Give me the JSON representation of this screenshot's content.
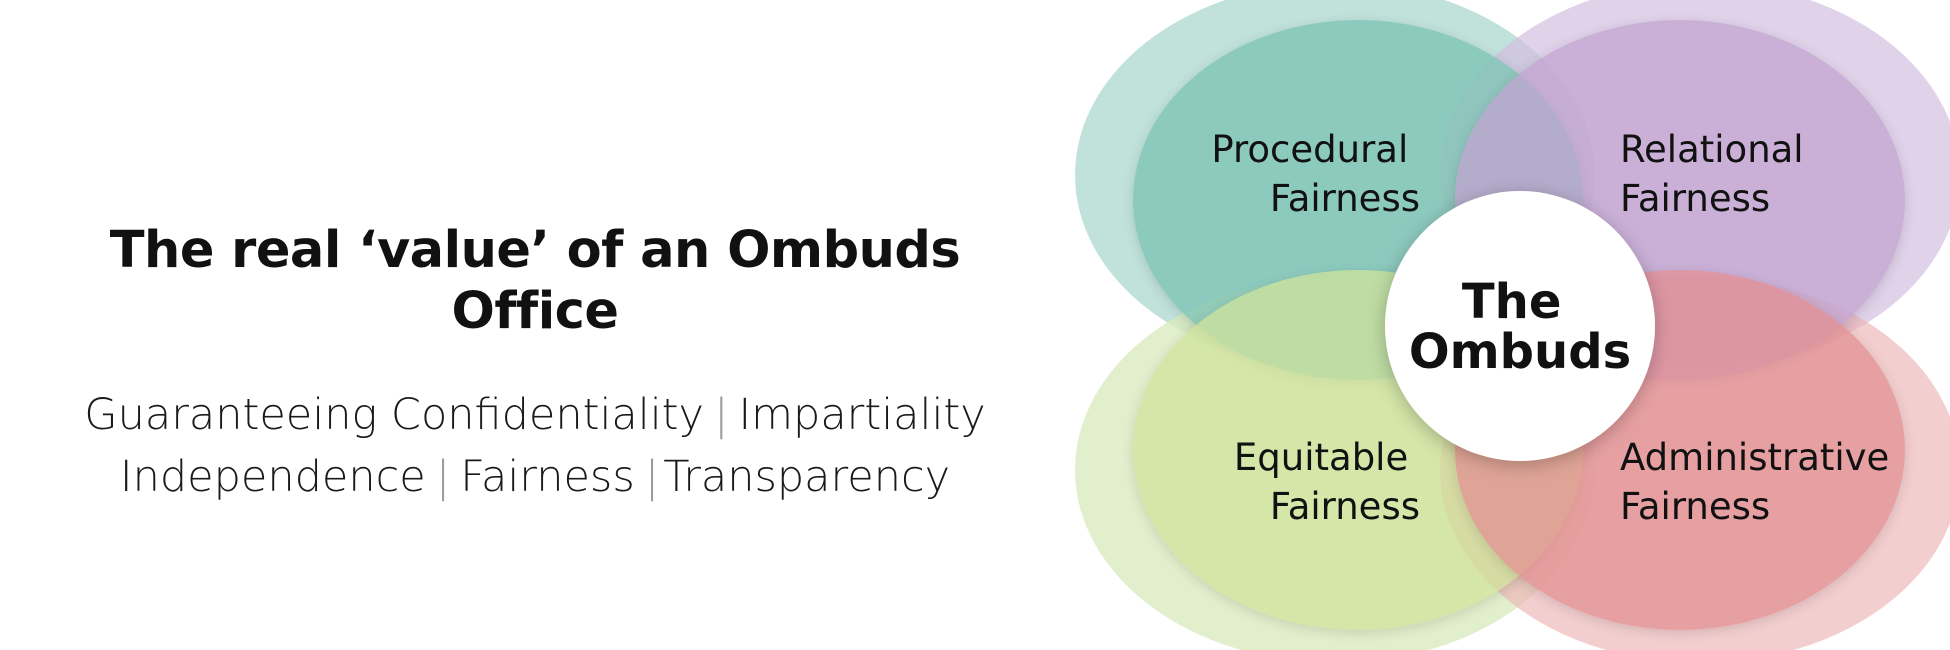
{
  "heading": {
    "title": "The real ‘value’ of an Ombuds Office"
  },
  "values_line_1": [
    {
      "word": "Guaranteeing Confidentiality",
      "separator_after": "|"
    },
    {
      "word": "Impartiality",
      "separator_after": ""
    }
  ],
  "values_line_2": [
    {
      "word": "Independence",
      "separator_after": "|"
    },
    {
      "word": "Fairness",
      "separator_after": "|"
    },
    {
      "word": "Transparency",
      "separator_after": ""
    }
  ],
  "diagram": {
    "center": {
      "line1": "The",
      "line2": "Ombuds"
    },
    "petals": [
      {
        "id": "procedural",
        "line1": "Procedural",
        "line2": "Fairness",
        "color": "#7fc4b6"
      },
      {
        "id": "relational",
        "line1": "Relational",
        "line2": "Fairness",
        "color": "#c2a3d1"
      },
      {
        "id": "equitable",
        "line1": "Equitable",
        "line2": "Fairness",
        "color": "#cfe39b"
      },
      {
        "id": "administrative",
        "line1": "Administrative",
        "line2": "Fairness",
        "color": "#e38f92"
      }
    ]
  }
}
